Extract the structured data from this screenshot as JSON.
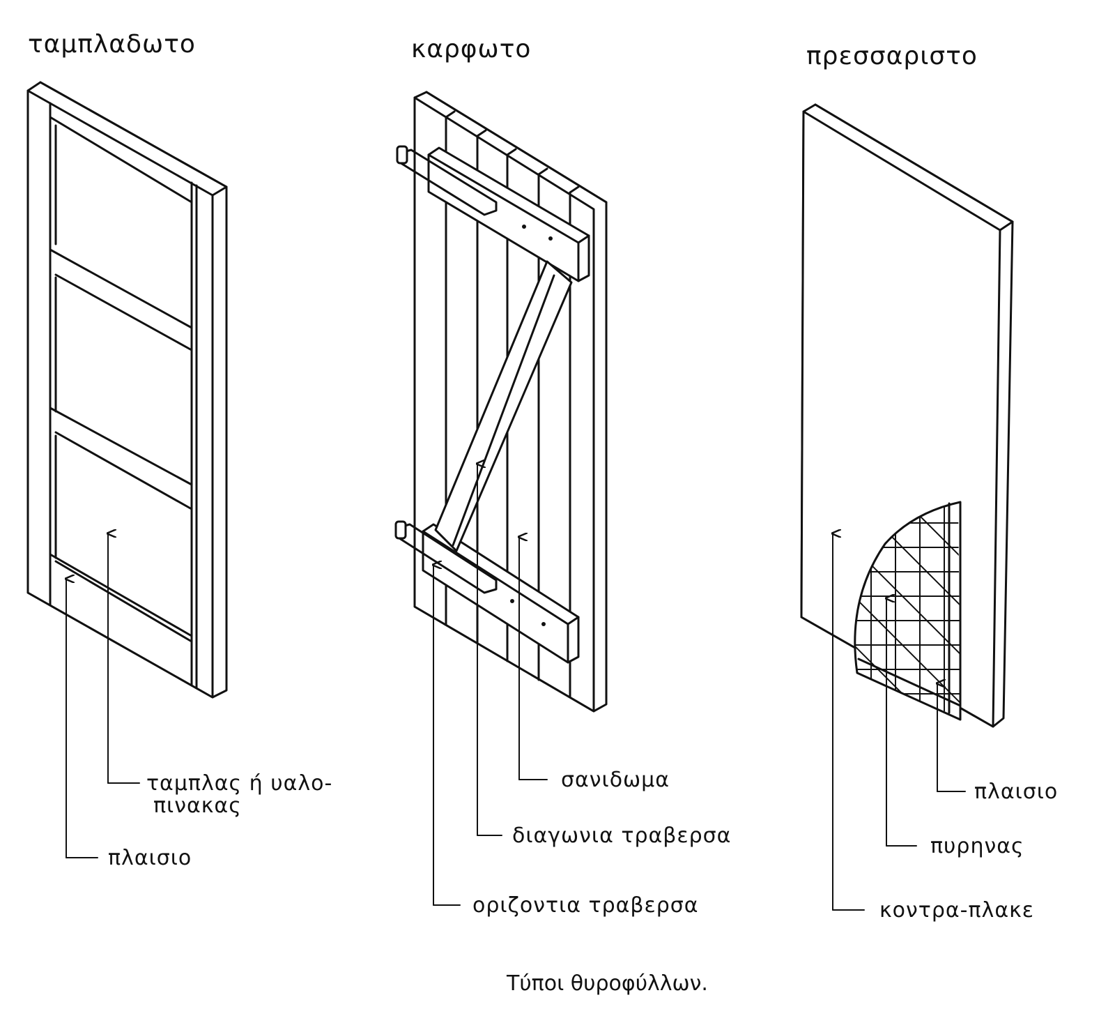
{
  "diagram": {
    "caption": "Τύποι θυροφύλλων.",
    "doors": [
      {
        "title": "ταμπλαδωτο",
        "labels": [
          "ταμπλας ή υαλο-",
          "πινακας",
          "πλαισιο"
        ]
      },
      {
        "title": "καρφωτο",
        "labels": [
          "σανιδωμα",
          "διαγωνια τραβερσα",
          "οριζοντια τραβερσα"
        ]
      },
      {
        "title": "πρεσσαριστο",
        "labels": [
          "πλαισιο",
          "πυρηνας",
          "κοντρα-πλακε"
        ]
      }
    ]
  }
}
